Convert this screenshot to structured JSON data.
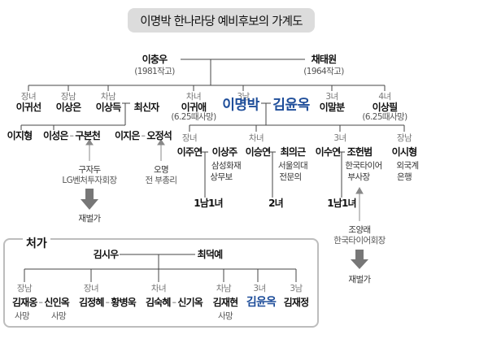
{
  "title": "이명박 한나라당 예비후보의 가계도",
  "parents": {
    "father": {
      "name": "이충우",
      "note": "(1981작고)"
    },
    "mother": {
      "name": "채태원",
      "note": "(1964작고)"
    }
  },
  "siblings": [
    {
      "rank": "장녀",
      "name": "이귀선"
    },
    {
      "rank": "장남",
      "name": "이상은"
    },
    {
      "rank": "차남",
      "name": "이상득",
      "spouse": "최신자"
    },
    {
      "rank": "차녀",
      "name": "이귀애",
      "note": "(6.25때사망)"
    },
    {
      "rank": "3남",
      "name": "이명박",
      "spouse": "김윤옥"
    },
    {
      "rank": "3녀",
      "name": "이말분"
    },
    {
      "rank": "4녀",
      "name": "이상필",
      "note": "(6.25때사망)"
    }
  ],
  "sangdeuk_children": [
    {
      "name": "이지형"
    },
    {
      "name": "이성은",
      "sep": "–",
      "spouse": "구본천",
      "inlaw": [
        "구자두",
        "LG벤처투자회장"
      ],
      "result": "재벌가"
    },
    {
      "name": "이지은",
      "sep": "–",
      "spouse": "오정석",
      "inlaw": [
        "오명",
        "전 부총리"
      ]
    }
  ],
  "mb_children": [
    {
      "rank": "장녀",
      "name": "이주연",
      "spouse": "이상주",
      "spouse_job": [
        "삼성화재",
        "상무보"
      ],
      "kids": "1남1녀"
    },
    {
      "rank": "차녀",
      "name": "이승연",
      "spouse": "최의근",
      "spouse_job": [
        "서울의대",
        "전문의"
      ],
      "kids": "2녀"
    },
    {
      "rank": "3녀",
      "name": "이수연",
      "spouse": "조헌범",
      "spouse_job": [
        "한국타이어",
        "부사장"
      ],
      "kids": "1남1녀",
      "inlaw": [
        "조양래",
        "한국타이어회장"
      ],
      "result": "재벌가"
    },
    {
      "rank": "장남",
      "name": "이시형",
      "job": [
        "외국계",
        "은행"
      ]
    }
  ],
  "wife_family": {
    "title": "처가",
    "father": "김시우",
    "mother": "최덕예",
    "children": [
      {
        "rank": "장남",
        "name": "김재옹",
        "sep": "–",
        "spouse": "신인옥",
        "note": "사망",
        "spouse_note": "사망"
      },
      {
        "rank": "장녀",
        "name": "김정혜",
        "sep": "–",
        "spouse": "황병욱"
      },
      {
        "rank": "차녀",
        "name": "김숙혜",
        "sep": "–",
        "spouse": "신기옥"
      },
      {
        "rank": "차남",
        "name": "김재현",
        "note": "사망"
      },
      {
        "rank": "3녀",
        "name": "김윤옥"
      },
      {
        "rank": "3남",
        "name": "김재정"
      }
    ]
  },
  "colors": {
    "highlight": "#1f4e9a",
    "label": "#777777",
    "line": "#444444",
    "arrow": "#777777",
    "box_border": "#bdbdbd"
  }
}
